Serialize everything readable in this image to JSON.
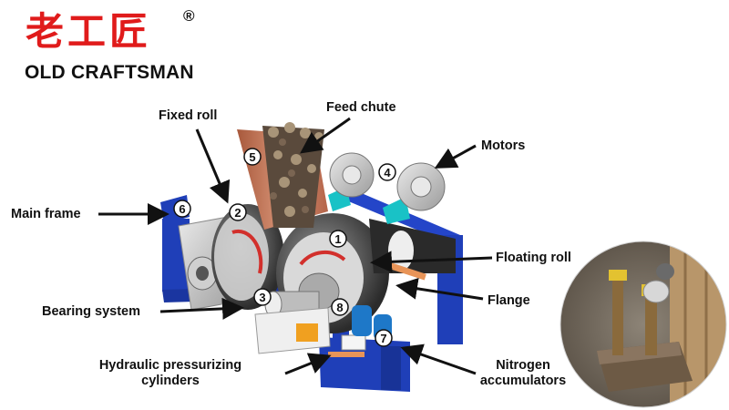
{
  "logo": {
    "chinese": "老工匠",
    "registered": "®",
    "english": "OLD CRAFTSMAN"
  },
  "labels": {
    "fixed_roll": "Fixed roll",
    "feed_chute": "Feed chute",
    "motors": "Motors",
    "main_frame": "Main frame",
    "floating_roll": "Floating roll",
    "flange": "Flange",
    "bearing_system": "Bearing system",
    "hydraulic_line1": "Hydraulic pressurizing",
    "hydraulic_line2": "cylinders",
    "nitrogen_line1": "Nitrogen",
    "nitrogen_line2": "accumulators"
  },
  "callouts": [
    "1",
    "2",
    "3",
    "4",
    "5",
    "6",
    "7",
    "8"
  ],
  "colors": {
    "brand_red": "#e01b1b",
    "frame_blue": "#1f3fb8",
    "chute_copper": "#c9795a"
  }
}
